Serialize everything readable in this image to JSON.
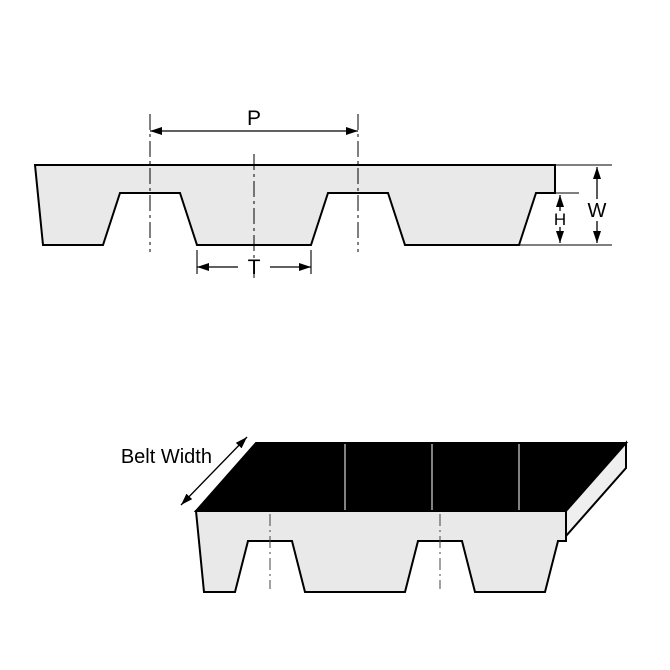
{
  "diagram": {
    "labels": {
      "pitch": "P",
      "tooth_width": "T",
      "tooth_height": "H",
      "belt_thickness": "W",
      "belt_width": "Belt Width"
    },
    "colors": {
      "outline": "#000000",
      "belt_fill": "#e9e9e9",
      "top_face_fill": "#000000",
      "end_face_fill": "#efefef"
    }
  }
}
